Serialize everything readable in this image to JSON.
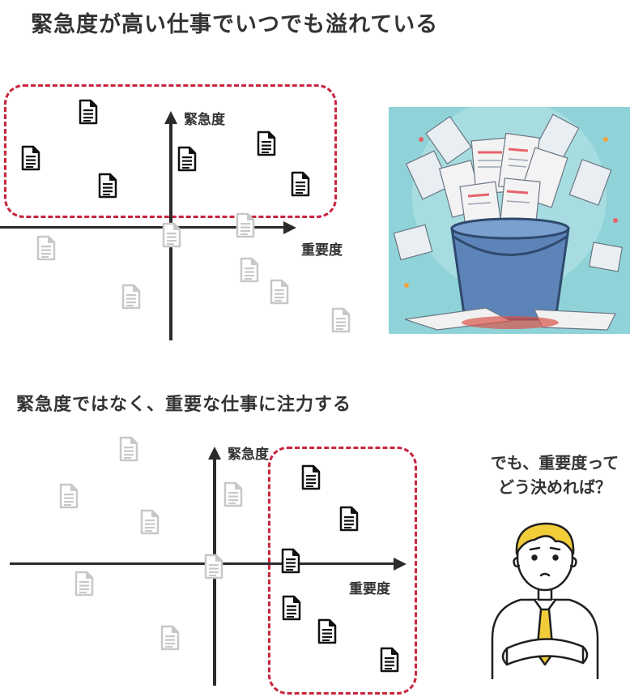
{
  "header": {
    "title": "緊急度が高い仕事でいつでも溢れている"
  },
  "diagram_top": {
    "y_axis_label": "緊急度",
    "x_axis_label": "重要度"
  },
  "section2": {
    "title": "緊急度ではなく、重要な仕事に注力する"
  },
  "diagram_bottom": {
    "y_axis_label": "緊急度",
    "x_axis_label": "重要度"
  },
  "question": {
    "line1": "でも、重要度って",
    "line2": "どう決めれば？"
  },
  "icons": {
    "document": "document-icon",
    "overflowing_bucket": "overflowing-bucket-illustration",
    "thinking_person": "thinking-person-illustration"
  },
  "colors": {
    "highlight_dash": "#c8253f",
    "document_active": "#111111",
    "document_inactive": "#c8c8c8",
    "axis": "#2b2b2b"
  }
}
